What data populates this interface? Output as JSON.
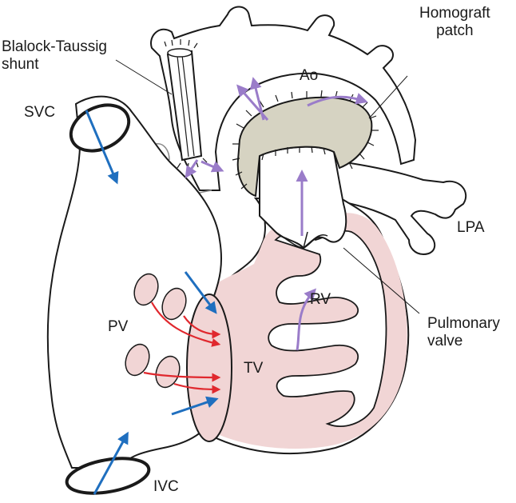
{
  "labels": {
    "blalock_taussig_shunt": "Blalock-Taussig\nshunt",
    "homograft_patch": "Homograft\npatch",
    "ao": "Ao",
    "svc": "SVC",
    "lpa": "LPA",
    "rv": "RV",
    "pv": "PV",
    "pulmonary_valve": "Pulmonary\nvalve",
    "tv": "TV",
    "ivc": "IVC"
  },
  "colors": {
    "outline": "#1a1a1a",
    "systemic_venous_arrow": "#1f6fbf",
    "pulmonary_venous_arrow": "#e0282e",
    "mixed_flow_arrow": "#9a7cc9",
    "patch_fill": "#d6d3c2",
    "chamber_fill": "#f1d5d5"
  }
}
